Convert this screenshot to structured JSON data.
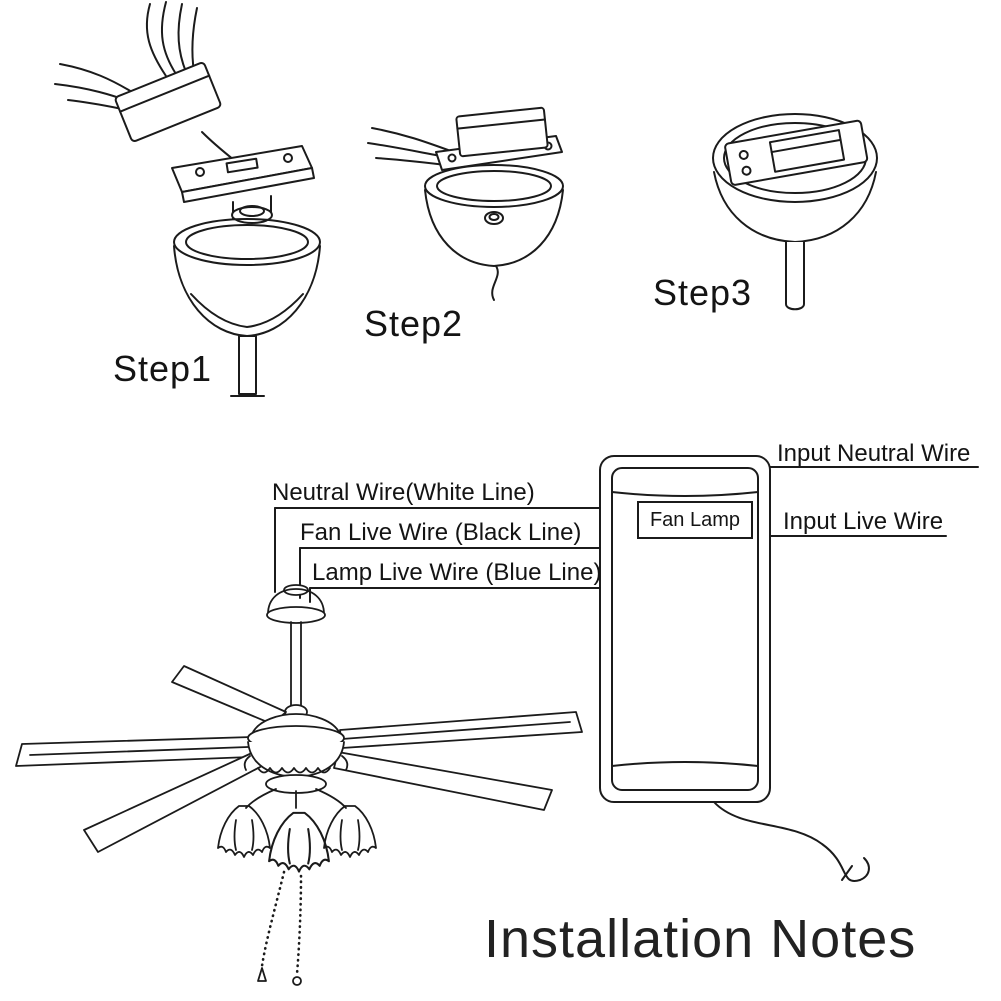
{
  "title": "Installation Notes",
  "steps": [
    {
      "label": "Step1"
    },
    {
      "label": "Step2"
    },
    {
      "label": "Step3"
    }
  ],
  "wiring": {
    "unit_label": "Fan Lamp",
    "left_labels": [
      {
        "text": "Neutral Wire(White Line)"
      },
      {
        "text": "Fan Live Wire (Black Line)"
      },
      {
        "text": "Lamp Live Wire (Blue Line)"
      }
    ],
    "right_labels": [
      {
        "text": "Input Neutral Wire"
      },
      {
        "text": "Input Live Wire"
      }
    ]
  },
  "colors": {
    "line": "#1b1b1b",
    "text": "#141414",
    "background": "#ffffff"
  }
}
